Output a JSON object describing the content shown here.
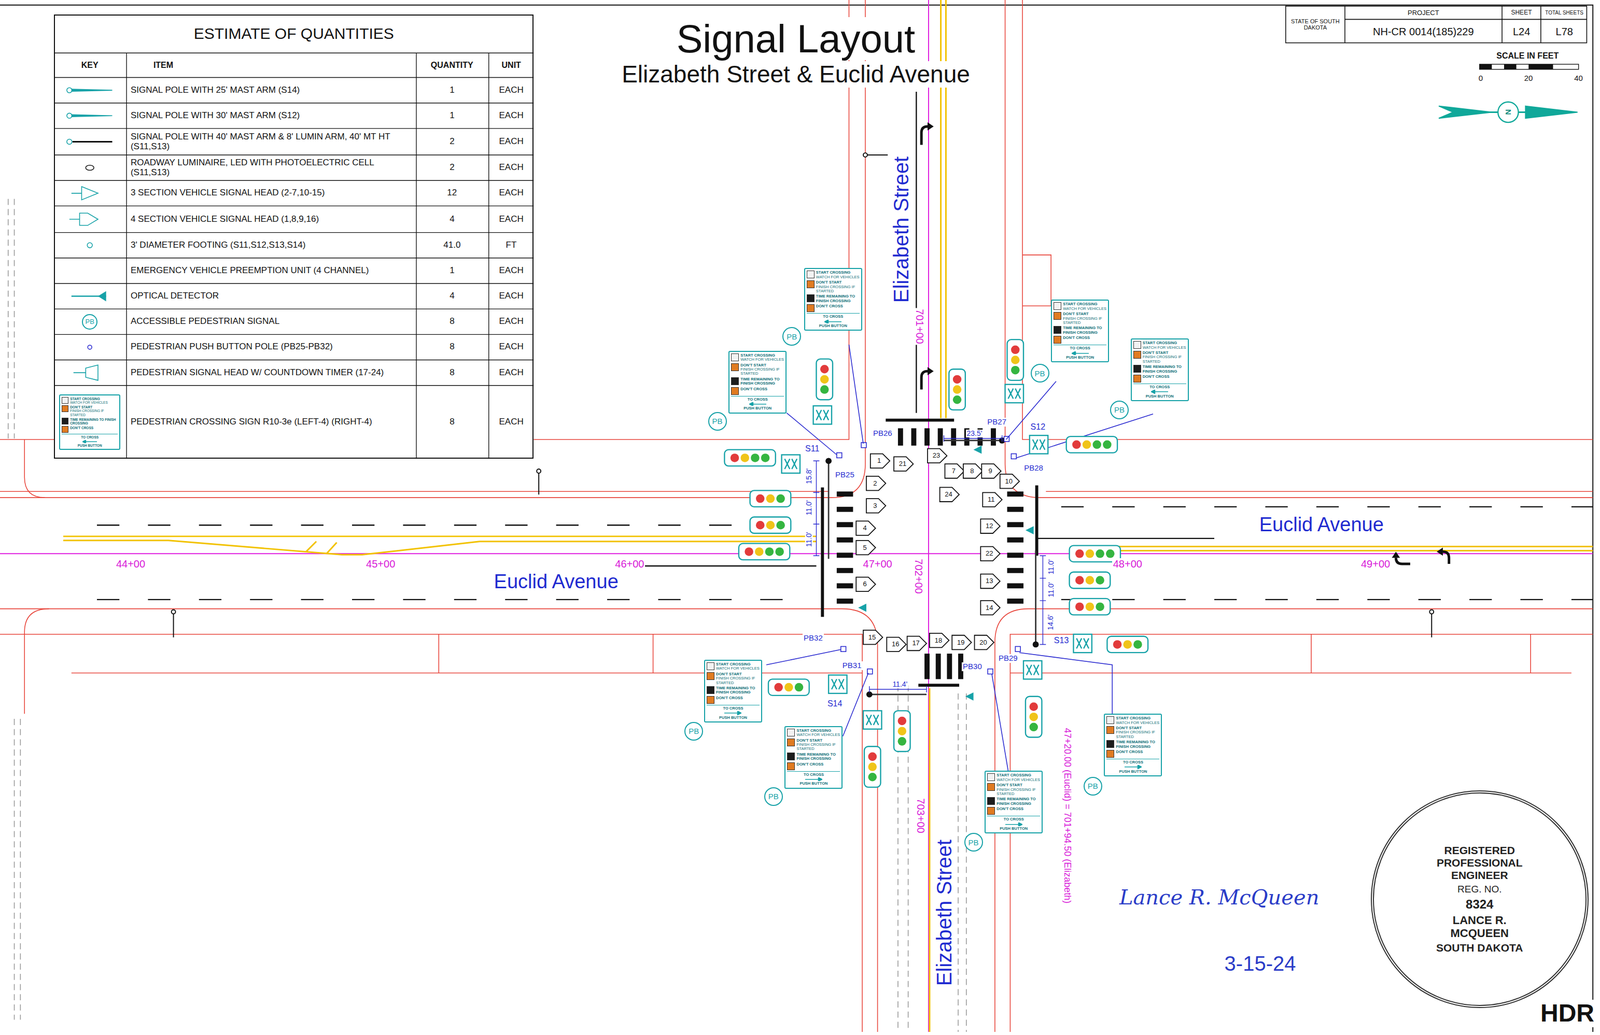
{
  "diagram": {
    "title": "Signal Layout",
    "nodes": [
      {
        "text": [
          "ESTIMATE OF QUANTITIES"
        ]
      },
      {
        "text": [
          "PB"
        ],
        "in": 0
      },
      {
        "text": [
          "START CROSSING",
          "WATCH FOR VEHICLES",
          "DON'T START",
          "FINISH CROSSING IF STARTED",
          "TIME REMAINING TO FINISH CROSSING",
          "DON'T CROSS",
          "TO CROSS",
          "PUSH BUTTON"
        ],
        "in": 0
      },
      {
        "text": [
          "START CROSSING",
          "WATCH FOR VEHICLES",
          "DON'T START",
          "FINISH CROSSING IF STARTED",
          "TIME REMAINING TO FINISH CROSSING",
          "DON'T CROSS",
          "TO CROSS",
          "PUSH BUTTON"
        ]
      },
      {
        "text": [
          "PB"
        ]
      },
      {
        "text": [
          "START CROSSING",
          "WATCH FOR VEHICLES",
          "DON'T START",
          "FINISH CROSSING IF STARTED",
          "TIME REMAINING TO FINISH CROSSING",
          "DON'T CROSS",
          "TO CROSS",
          "PUSH BUTTON"
        ]
      },
      {
        "text": [
          "PB"
        ]
      },
      {
        "text": [
          "START CROSSING",
          "WATCH FOR VEHICLES",
          "DON'T START",
          "FINISH CROSSING IF STARTED",
          "TIME REMAINING TO FINISH CROSSING",
          "DON'T CROSS",
          "TO CROSS",
          "PUSH BUTTON"
        ]
      },
      {
        "text": [
          "PB"
        ]
      },
      {
        "text": [
          "START CROSSING",
          "WATCH FOR VEHICLES",
          "DON'T START",
          "FINISH CROSSING IF STARTED",
          "TIME REMAINING TO FINISH CROSSING",
          "DON'T CROSS",
          "TO CROSS",
          "PUSH BUTTON"
        ]
      },
      {
        "text": [
          "PB"
        ]
      },
      {
        "text": [
          "START CROSSING",
          "WATCH FOR VEHICLES",
          "DON'T START",
          "FINISH CROSSING IF STARTED",
          "TIME REMAINING TO FINISH CROSSING",
          "DON'T CROSS",
          "TO CROSS",
          "PUSH BUTTON"
        ]
      },
      {
        "text": [
          "PB"
        ]
      },
      {
        "text": [
          "START CROSSING",
          "WATCH FOR VEHICLES",
          "DON'T START",
          "FINISH CROSSING IF STARTED",
          "TIME REMAINING TO FINISH CROSSING",
          "DON'T CROSS",
          "TO CROSS",
          "PUSH BUTTON"
        ]
      },
      {
        "text": [
          "PB"
        ]
      },
      {
        "text": [
          "START CROSSING",
          "WATCH FOR VEHICLES",
          "DON'T START",
          "FINISH CROSSING IF STARTED",
          "TIME REMAINING TO FINISH CROSSING",
          "DON'T CROSS",
          "TO CROSS",
          "PUSH BUTTON"
        ]
      },
      {
        "text": [
          "PB"
        ]
      },
      {
        "text": [
          "START CROSSING",
          "WATCH FOR VEHICLES",
          "DON'T START",
          "FINISH CROSSING IF STARTED",
          "TIME REMAINING TO FINISH CROSSING",
          "DON'T CROSS",
          "TO CROSS",
          "PUSH BUTTON"
        ]
      },
      {
        "text": [
          "PB"
        ]
      },
      {
        "text": [
          "REGISTERED PROFESSIONAL ENGINEER",
          "REG. NO.",
          "8324",
          "LANCE R. MCQUEEN",
          "SOUTH DAKOTA"
        ]
      }
    ],
    "labels": [
      "KEY",
      "ITEM",
      "QUANTITY",
      "UNIT",
      "1",
      "EACH",
      "1",
      "EACH",
      "2",
      "EACH",
      "2",
      "EACH",
      "12",
      "EACH",
      "4",
      "EACH",
      "41.0",
      "FT",
      "1",
      "EACH",
      "4",
      "EACH",
      "8",
      "EACH",
      "8",
      "EACH",
      "8",
      "EACH",
      "8",
      "EACH",
      "STATE OF SOUTH DAKOTA",
      "PROJECT",
      "NH-CR 0014(185)229",
      "SHEET",
      "L24",
      "TOTAL SHEETS",
      "L78",
      "SCALE IN FEET",
      "0",
      "20",
      "40",
      "N",
      "Elizabeth Street & Euclid Avenue",
      "Elizabeth Street",
      "Elizabeth Street",
      "Euclid Avenue",
      "Euclid Avenue",
      "44+00",
      "45+00",
      "46+00",
      "47+00",
      "48+00",
      "49+00",
      "701+00",
      "702+00",
      "703+00",
      "47+20.00 (Euclid) = 701+94.50 (Elizabeth)",
      "S11",
      "S12",
      "S13",
      "S14",
      "PB25",
      "PB26",
      "PB27",
      "PB28",
      "PB29",
      "PB30",
      "PB31",
      "PB32",
      "15.8'",
      "11.0'",
      "11.0'",
      "23.5'",
      "11.0'",
      "11.0'",
      "14.6'",
      "11.4'",
      "1",
      "2",
      "3",
      "4",
      "5",
      "6",
      "7",
      "8",
      "9",
      "10",
      "11",
      "12",
      "13",
      "14",
      "15",
      "16",
      "17",
      "18",
      "19",
      "20",
      "21",
      "22",
      "23",
      "24",
      "Lance R. McQueen",
      "3-15-24",
      "HDR"
    ],
    "legend": [
      {
        "text": "SIGNAL POLE WITH 25' MAST ARM (S14)"
      },
      {
        "text": "SIGNAL POLE WITH 30' MAST ARM (S12)"
      },
      {
        "text": "SIGNAL POLE WITH 40' MAST ARM & 8' LUMIN ARM, 40' MT HT (S11,S13)"
      },
      {
        "text": "ROADWAY LUMINAIRE, LED WITH PHOTOELECTRIC CELL (S11,S13)"
      },
      {
        "text": "3 SECTION VEHICLE SIGNAL HEAD (2-7,10-15)"
      },
      {
        "text": "4 SECTION VEHICLE SIGNAL HEAD (1,8,9,16)"
      },
      {
        "text": "3' DIAMETER FOOTING (S11,S12,S13,S14)"
      },
      {
        "text": "EMERGENCY VEHICLE PREEMPTION UNIT (4 CHANNEL)"
      },
      {
        "text": "OPTICAL DETECTOR"
      },
      {
        "text": "ACCESSIBLE PEDESTRIAN SIGNAL"
      },
      {
        "text": "PEDESTRIAN PUSH BUTTON POLE (PB25-PB32)"
      },
      {
        "text": "PEDESTRIAN SIGNAL HEAD W/ COUNTDOWN TIMER (17-24)"
      },
      {
        "text": "PEDESTRIAN CROSSING SIGN R10-3e (LEFT-4) (RIGHT-4)"
      }
    ]
  }
}
